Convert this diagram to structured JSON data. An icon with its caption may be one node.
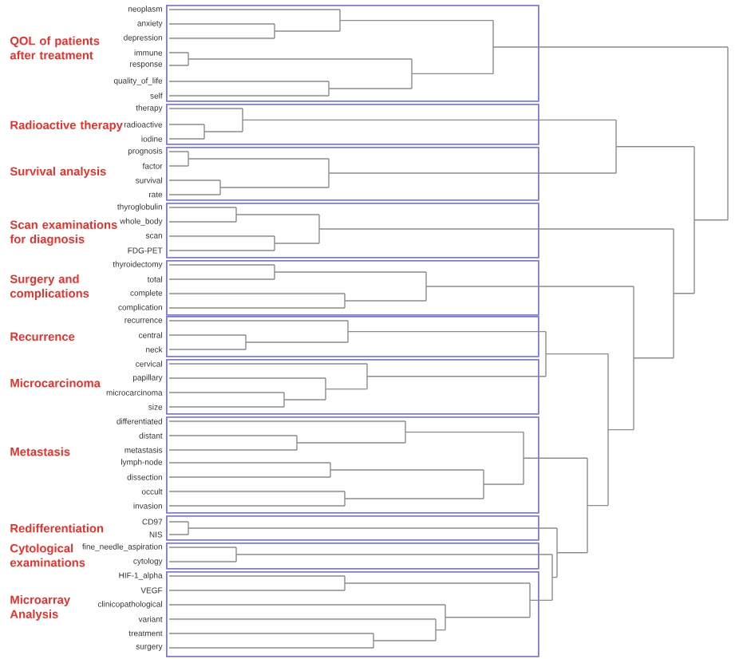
{
  "diagram": {
    "nodes": [
      {
        "text": [
          "QOL of patients after treatment",
          "neoplasm",
          "anxiety",
          "depression",
          "immune",
          "response",
          "quality_of_life",
          "self"
        ]
      },
      {
        "text": [
          "Radioactive therapy",
          "therapy",
          "radioactive",
          "iodine"
        ]
      },
      {
        "text": [
          "Survival analysis",
          "prognosis",
          "factor",
          "survival",
          "rate"
        ]
      },
      {
        "text": [
          "Scan examinations for diagnosis",
          "thyroglobulin",
          "whole_body",
          "scan",
          "FDG-PET"
        ]
      },
      {
        "text": [
          "Surgery and complications",
          "thyroidectomy",
          "total",
          "complete",
          "complication"
        ]
      },
      {
        "text": [
          "Recurrence",
          "recurrence",
          "central",
          "neck"
        ]
      },
      {
        "text": [
          "Microcarcinoma",
          "cervical",
          "papillary",
          "microcarcinoma",
          "size"
        ]
      },
      {
        "text": [
          "Metastasis",
          "differentiated",
          "distant",
          "metastasis",
          "lymph-node",
          "dissection",
          "occult",
          "invasion"
        ]
      },
      {
        "text": [
          "Redifferentiation",
          "CD97",
          "NIS"
        ]
      },
      {
        "text": [
          "Cytological examinations",
          "fine_needle_aspiration",
          "cytology"
        ]
      },
      {
        "text": [
          "Microarray Analysis",
          "HIF-1_alpha",
          "VEGF",
          "clinicopathological",
          "variant",
          "treatment",
          "surgery"
        ]
      }
    ]
  }
}
